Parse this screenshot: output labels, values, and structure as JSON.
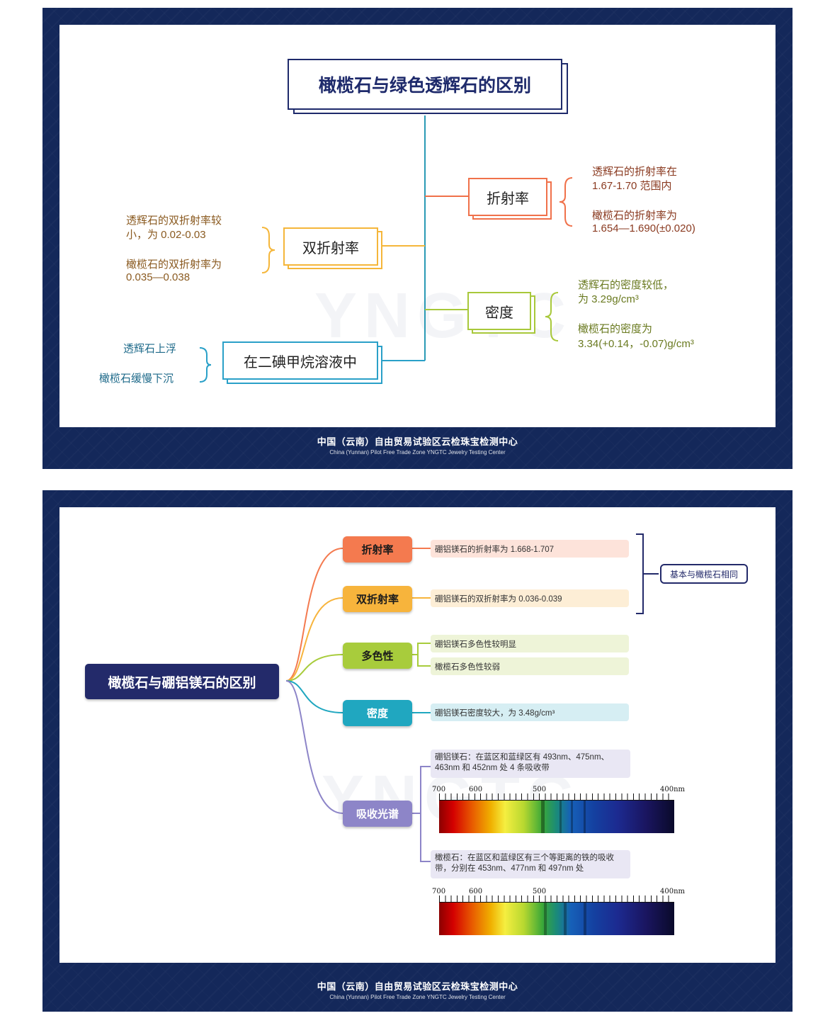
{
  "panel1": {
    "title": "橄榄石与绿色透辉石的区别",
    "watermark": "YNGTC",
    "nodes": {
      "refraction": "折射率",
      "birefringence": "双折射率",
      "density": "密度",
      "solution": "在二碘甲烷溶液中"
    },
    "notes": {
      "refraction_a1": "透辉石的折射率在",
      "refraction_a2": "1.67-1.70 范围内",
      "refraction_b1": "橄榄石的折射率为",
      "refraction_b2": "1.654—1.690(±0.020)",
      "biref_a1": "透辉石的双折射率较",
      "biref_a2": "小，为 0.02-0.03",
      "biref_b1": "橄榄石的双折射率为",
      "biref_b2": "0.035—0.038",
      "density_a1": "透辉石的密度较低，",
      "density_a2": "为 3.29g/cm³",
      "density_b1": "橄榄石的密度为",
      "density_b2": "3.34(+0.14，-0.07)g/cm³",
      "solution_a": "透辉石上浮",
      "solution_b": "橄榄石缓慢下沉"
    },
    "colors": {
      "navy": "#1e2a6b",
      "teal": "#2a9ab5",
      "orange": "#f0714a",
      "yellow": "#f5b63a",
      "green": "#a8c83a",
      "cyan": "#2aa0c8"
    }
  },
  "panel2": {
    "title": "橄榄石与硼铝镁石的区别",
    "branches": {
      "refraction": "折射率",
      "birefringence": "双折射率",
      "pleochroism": "多色性",
      "density": "密度",
      "spectrum": "吸收光谱"
    },
    "notes": {
      "refraction": "硼铝镁石的折射率为 1.668-1.707",
      "birefringence": "硼铝镁石的双折射率为 0.036-0.039",
      "pleo_a": "硼铝镁石多色性较明显",
      "pleo_b": "橄榄石多色性较弱",
      "density": "硼铝镁石密度较大，为 3.48g/cm³",
      "spec_a": "硼铝镁石：在蓝区和蓝绿区有 493nm、475nm、463nm 和 452nm 处 4 条吸收带",
      "spec_b": "橄榄石：在蓝区和蓝绿区有三个等距离的铁的吸收带，分别在 453nm、477nm 和 497nm 处",
      "same": "基本与橄榄石相同"
    },
    "scale": {
      "s700": "700",
      "s600": "600",
      "s500": "500",
      "s400": "400nm"
    },
    "colors": {
      "navy": "#232a6a",
      "orange": "#f47a4f",
      "yellow": "#f7b43c",
      "green": "#a8cc3c",
      "teal": "#20a7c0",
      "purple": "#8d85c8"
    }
  },
  "footer": {
    "cn": "中国（云南）自由贸易试验区云检珠宝检测中心",
    "en": "China (Yunnan) Pilot Free Trade Zone  YNGTC Jewelry Testing Center"
  }
}
